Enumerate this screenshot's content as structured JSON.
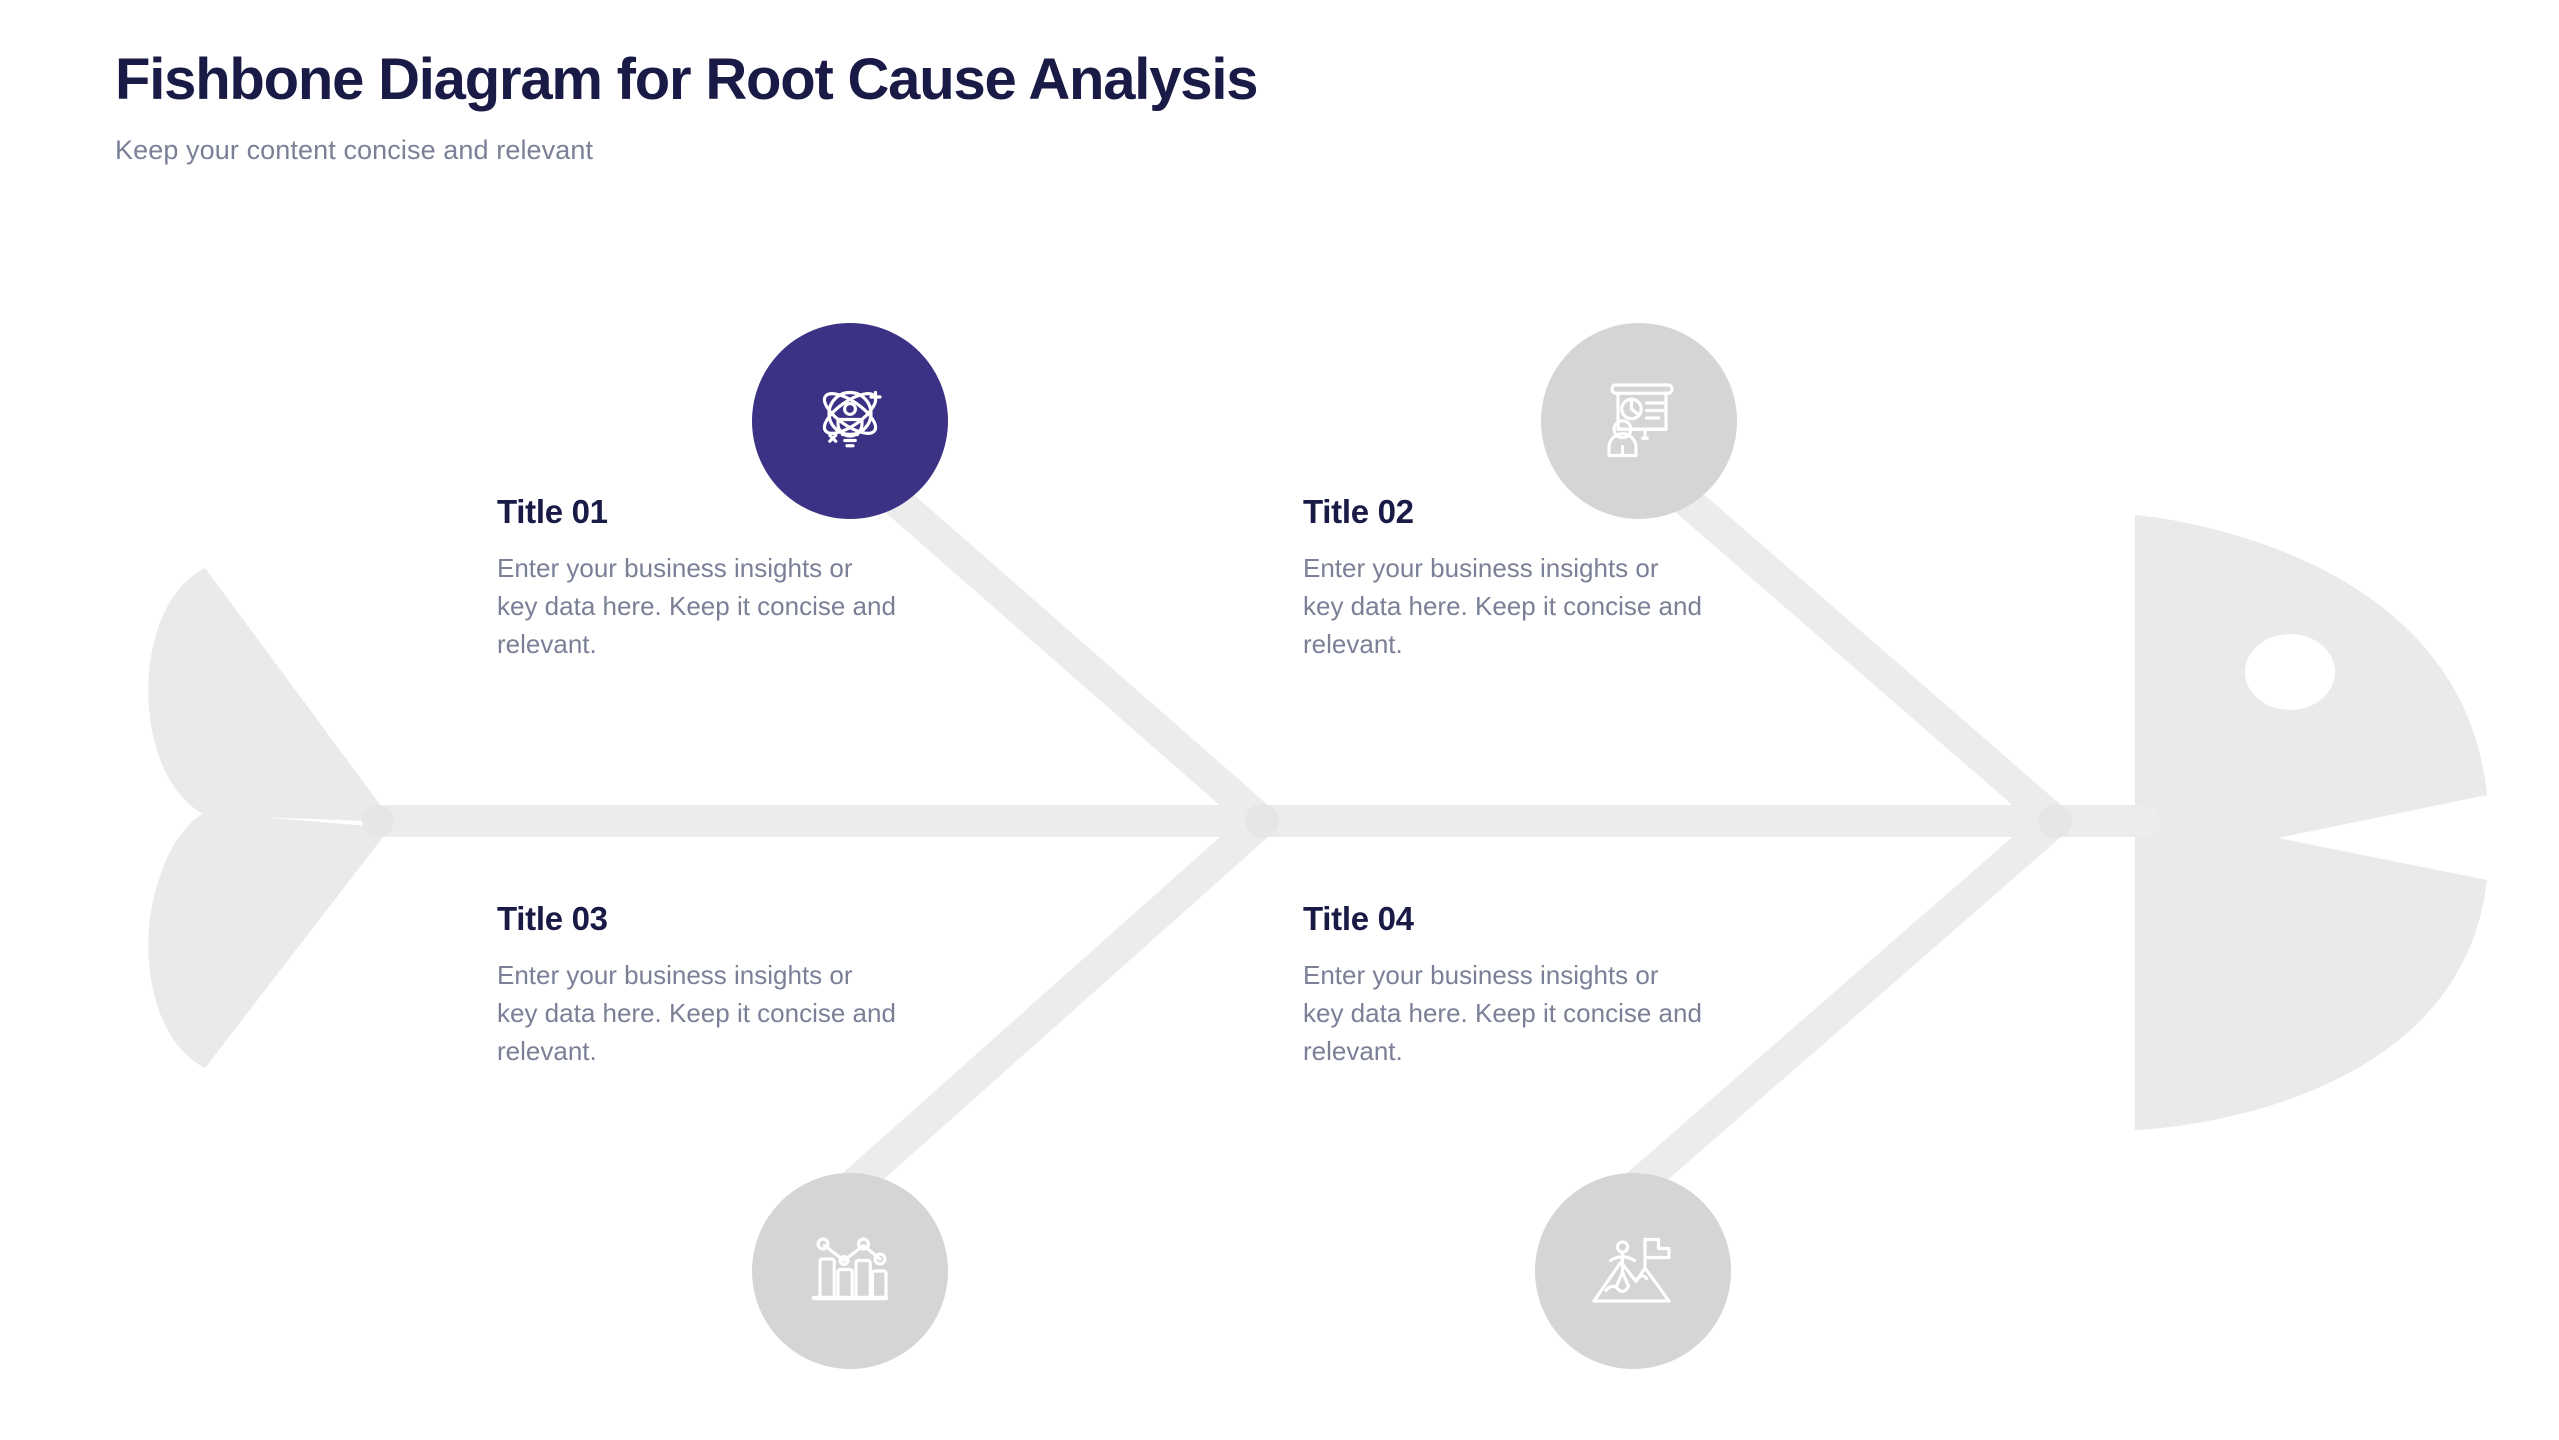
{
  "header": {
    "title": "Fishbone Diagram for Root Cause Analysis",
    "subtitle": "Keep your content concise and relevant"
  },
  "colors": {
    "title_navy": "#191a46",
    "body_gray": "#7b8097",
    "accent_purple": "#3b3285",
    "icon_circle_gray": "#d5d5d5",
    "bone_gray": "#ececec",
    "fish_body_gray": "#eaeaea",
    "background": "#ffffff"
  },
  "diagram": {
    "type": "fishbone",
    "shapes": {
      "tail_label": "fish-tail",
      "head_label": "fish-head",
      "spine_label": "fish-spine",
      "eye_label": "fish-eye"
    }
  },
  "branches": [
    {
      "id": "b1",
      "position": "upper-left",
      "title": "Title 01",
      "description": "Enter your business insights or key data here. Keep it concise and relevant.",
      "icon": "atom-lightbulb-icon",
      "icon_highlighted": true,
      "icon_color": "#3b3285"
    },
    {
      "id": "b2",
      "position": "upper-right",
      "title": "Title 02",
      "description": "Enter your business insights or key data here. Keep it concise and relevant.",
      "icon": "presentation-board-icon",
      "icon_highlighted": false,
      "icon_color": "#d5d5d5"
    },
    {
      "id": "b3",
      "position": "lower-left",
      "title": "Title 03",
      "description": "Enter your business insights or key data here. Keep it concise and relevant.",
      "icon": "bar-chart-analytics-icon",
      "icon_highlighted": false,
      "icon_color": "#d5d5d5"
    },
    {
      "id": "b4",
      "position": "lower-right",
      "title": "Title 04",
      "description": "Enter your business insights or key data here. Keep it concise and relevant.",
      "icon": "mountain-flag-goal-icon",
      "icon_highlighted": false,
      "icon_color": "#d5d5d5"
    }
  ]
}
